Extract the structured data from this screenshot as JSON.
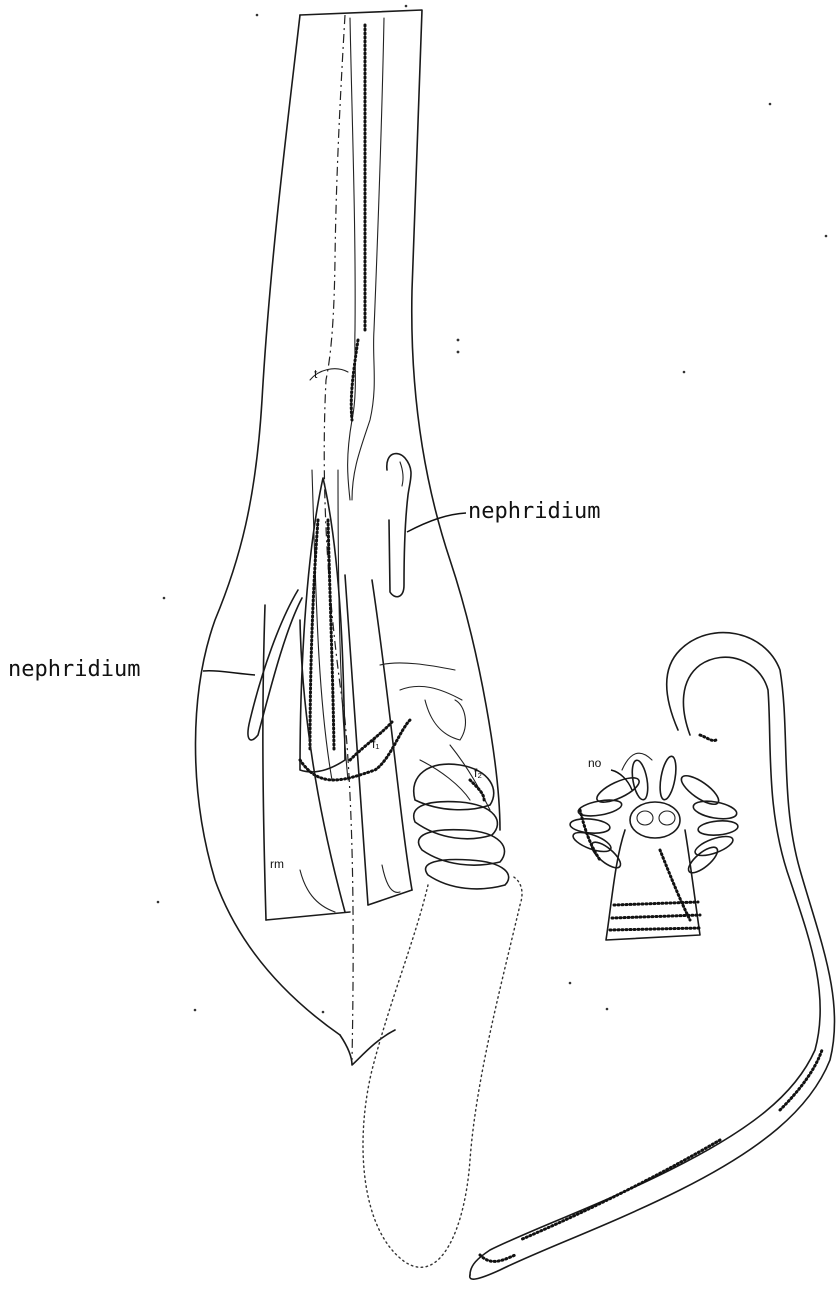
{
  "labels": {
    "nephridium_upper": "nephridium",
    "nephridium_left": "nephridium",
    "t": "t",
    "rm": "rm",
    "f1": "f₁",
    "f2": "f₂",
    "no": "no"
  },
  "colors": {
    "ink": "#1a1a1a",
    "background": "#ffffff"
  }
}
